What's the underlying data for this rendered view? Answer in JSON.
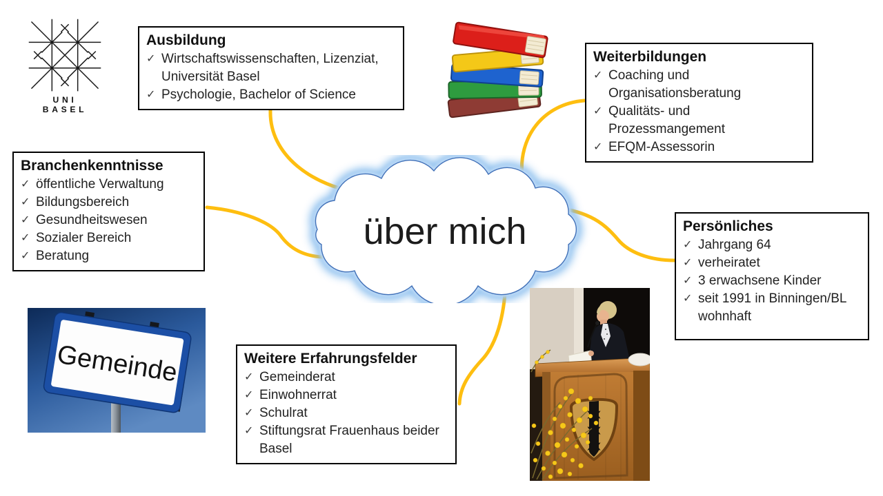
{
  "slide": {
    "center_label": "über mich"
  },
  "icons": {
    "check": "✓"
  },
  "accents": {
    "connector_color": "#FEBE10",
    "cloud_outline": "#4070B8",
    "cloud_glow": "#7EB7EC",
    "box_border": "#000000"
  },
  "logo": {
    "line1": "UNI",
    "line2": "BASEL"
  },
  "boxes": [
    {
      "id": "ausbildung",
      "title": "Ausbildung",
      "items": [
        "Wirtschaftswissenschaften, Lizenziat, Universität Basel",
        "Psychologie, Bachelor of Science"
      ]
    },
    {
      "id": "weiterbildungen",
      "title": "Weiterbildungen",
      "items": [
        "Coaching und Organisationsberatung",
        "Qualitäts- und Prozessmangement",
        "EFQM-Assessorin"
      ]
    },
    {
      "id": "branchenkenntnisse",
      "title": "Branchenkenntnisse",
      "items": [
        "öffentliche Verwaltung",
        "Bildungsbereich",
        "Gesundheitswesen",
        "Sozialer Bereich",
        "Beratung"
      ]
    },
    {
      "id": "persoenliches",
      "title": "Persönliches",
      "items": [
        "Jahrgang 64",
        "verheiratet",
        "3 erwachsene Kinder",
        "seit 1991 in Binningen/BL wohnhaft"
      ]
    },
    {
      "id": "weitere-erfahrungsfelder",
      "title": "Weitere Erfahrungsfelder",
      "items": [
        "Gemeinderat",
        "Einwohnerrat",
        "Schulrat",
        "Stiftungsrat Frauenhaus beider Basel"
      ]
    }
  ],
  "images": {
    "gemeinde_sign_label": "Gemeinde"
  }
}
